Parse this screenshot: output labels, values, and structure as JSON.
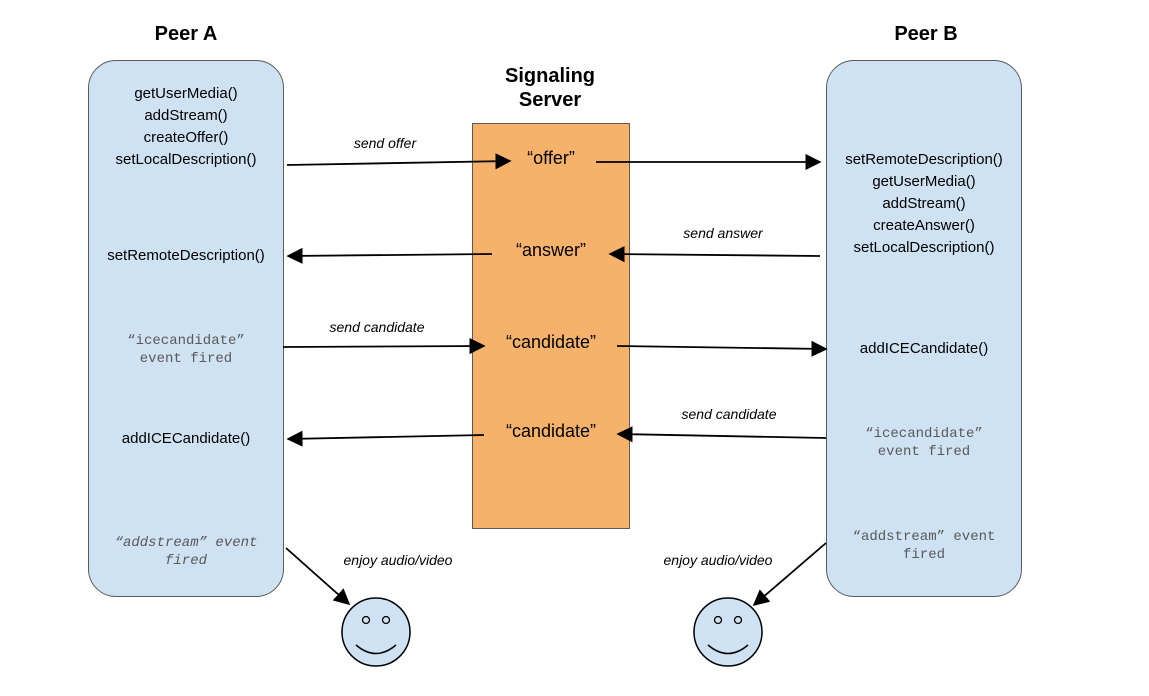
{
  "peer_a": {
    "title": "Peer A",
    "step1": [
      "getUserMedia()",
      "addStream()",
      "createOffer()",
      "setLocalDescription()"
    ],
    "step2": "setRemoteDescription()",
    "step3_line1": "“icecandidate”",
    "step3_line2": "event fired",
    "step4": "addICECandidate()",
    "step5_line1": "“addstream” event",
    "step5_line2": "fired"
  },
  "server": {
    "title_line1": "Signaling",
    "title_line2": "Server",
    "messages": [
      "“offer”",
      "“answer”",
      "“candidate”",
      "“candidate”"
    ]
  },
  "peer_b": {
    "title": "Peer B",
    "step1": [
      "setRemoteDescription()",
      "getUserMedia()",
      "addStream()",
      "createAnswer()",
      "setLocalDescription()"
    ],
    "step2": "addICECandidate()",
    "step3_line1": "“icecandidate”",
    "step3_line2": "event fired",
    "step4_line1": "“addstream” event",
    "step4_line2": "fired"
  },
  "arrow_labels": {
    "send_offer": "send offer",
    "send_answer": "send answer",
    "send_candidate_a": "send candidate",
    "send_candidate_b": "send candidate",
    "enjoy_a": "enjoy audio/video",
    "enjoy_b": "enjoy audio/video"
  },
  "colors": {
    "peer_fill": "#cfe2f3",
    "server_fill": "#f6b26b",
    "outline": "#595959"
  },
  "icons": [
    "smiley-face-icon",
    "smiley-face-icon"
  ]
}
